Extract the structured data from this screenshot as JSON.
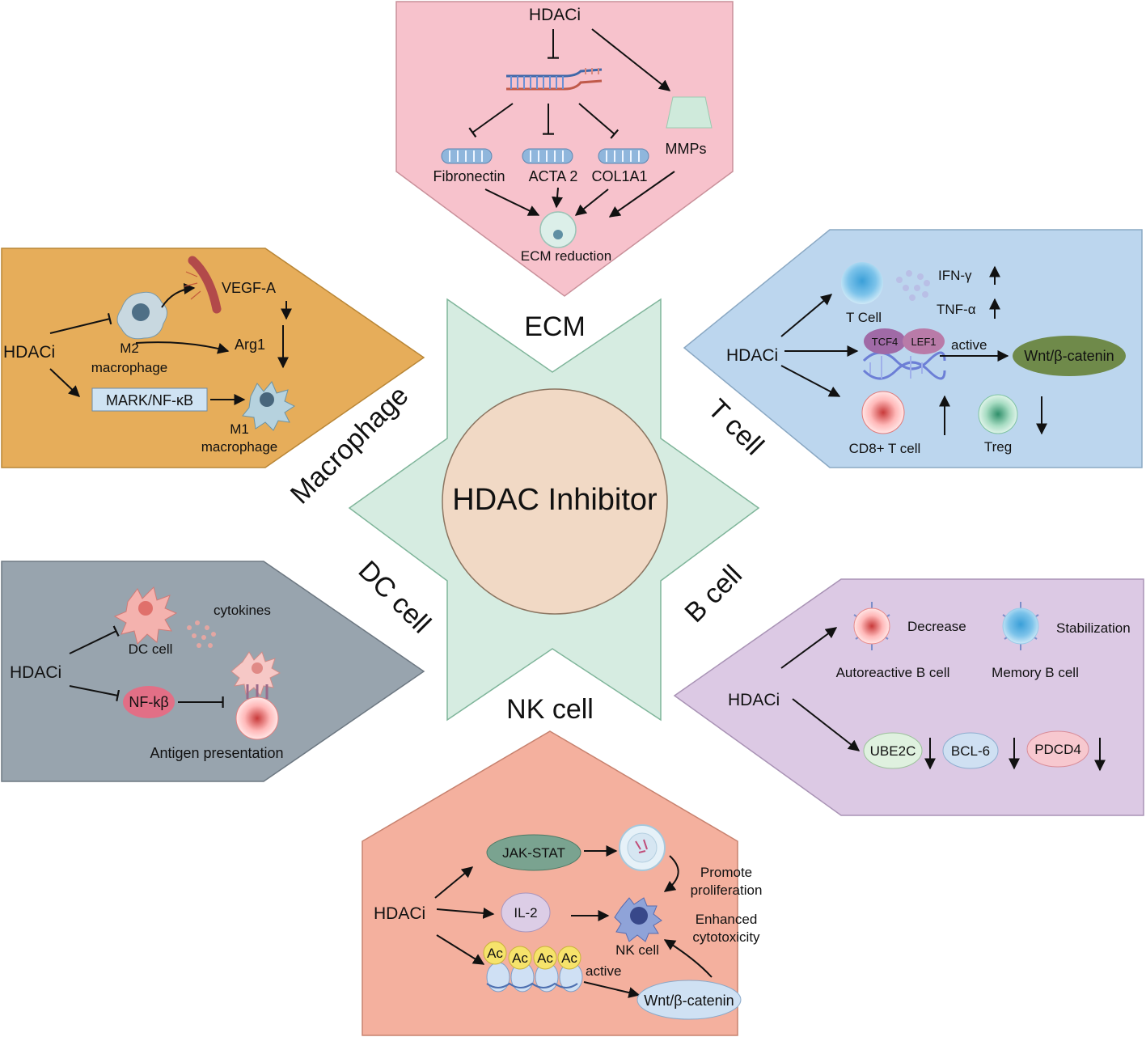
{
  "center": {
    "title": "HDAC Inhibitor"
  },
  "star_labels": {
    "ecm": "ECM",
    "tcell": "T cell",
    "bcell": "B cell",
    "nkcell": "NK cell",
    "dccell": "DC cell",
    "macrophage": "Macrophage"
  },
  "ecm_panel": {
    "hdaci": "HDACi",
    "fibronectin": "Fibronectin",
    "acta2": "ACTA 2",
    "col1a1": "COL1A1",
    "mmps": "MMPs",
    "result": "ECM reduction"
  },
  "macrophage_panel": {
    "hdaci": "HDACi",
    "vegfa": "VEGF-A",
    "m2_line1": "M2",
    "m2_line2": "macrophage",
    "arg1": "Arg1",
    "pathway": "MARK/NF-κB",
    "m1_line1": "M1",
    "m1_line2": "macrophage"
  },
  "tcell_panel": {
    "hdaci": "HDACi",
    "tcell": "T Cell",
    "ifn": "IFN-γ",
    "tnf": "TNF-α",
    "tcf4": "TCF4",
    "lef1": "LEF1",
    "active": "active",
    "wnt": "Wnt/β-catenin",
    "cd8": "CD8+ T cell",
    "treg": "Treg"
  },
  "dc_panel": {
    "hdaci": "HDACi",
    "cytokines": "cytokines",
    "dc": "DC cell",
    "nfkb": "NF-kβ",
    "antigen": "Antigen presentation"
  },
  "bcell_panel": {
    "hdaci": "HDACi",
    "decrease": "Decrease",
    "stabilization": "Stabilization",
    "autoreactive": "Autoreactive B cell",
    "memory": "Memory B cell",
    "ube2c": "UBE2C",
    "bcl6": "BCL-6",
    "pdcd4": "PDCD4"
  },
  "nk_panel": {
    "hdaci": "HDACi",
    "jakstat": "JAK-STAT",
    "il2": "IL-2",
    "ac": "Ac",
    "promote1": "Promote",
    "promote2": "proliferation",
    "enhanced1": "Enhanced",
    "enhanced2": "cytotoxicity",
    "nkcell": "NK cell",
    "active": "active",
    "wnt": "Wnt/β-catenin"
  },
  "colors": {
    "ecm_bg": "#f7c2cc",
    "macrophage_bg": "#e6ad5a",
    "tcell_bg": "#bcd6ee",
    "dc_bg": "#98a4ae",
    "bcell_bg": "#dcc9e4",
    "nk_bg": "#f4b09e",
    "star": "#d6ece1",
    "circle": "#f1d9c5",
    "wnt_green": "#6f8a4a",
    "jak_green": "#7aa390"
  }
}
